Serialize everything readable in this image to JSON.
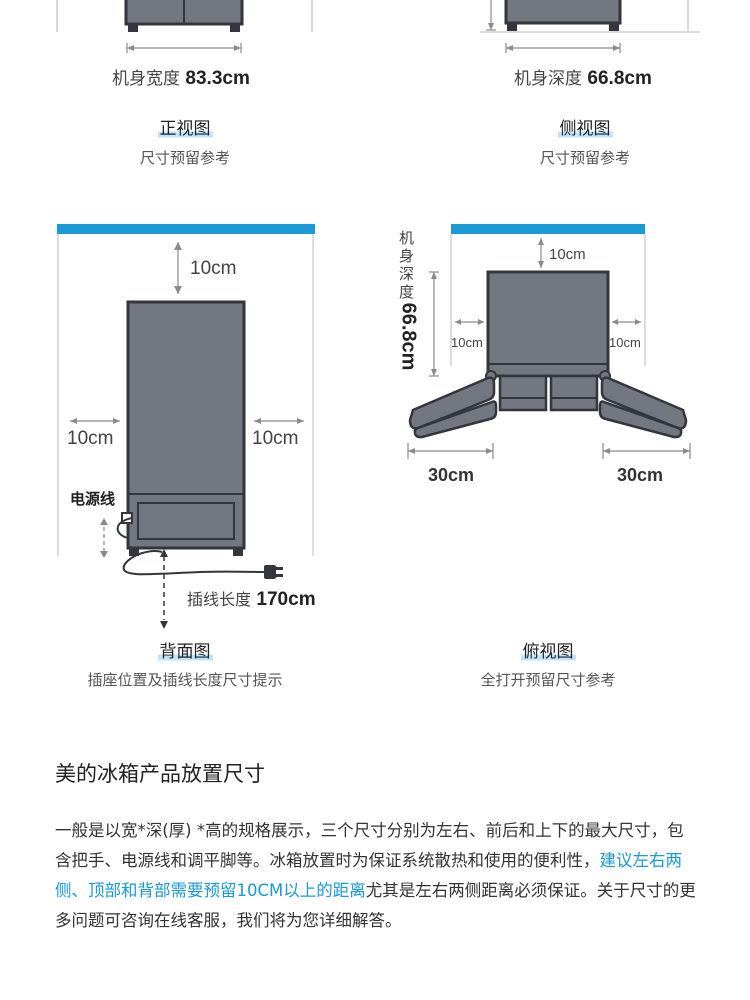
{
  "front_view": {
    "dim_label": "机身宽度",
    "dim_value": "83.3cm",
    "title": "正视图",
    "subtitle": "尺寸预留参考"
  },
  "side_view": {
    "dim_label": "机身深度",
    "dim_value": "66.8cm",
    "title": "侧视图",
    "subtitle": "尺寸预留参考"
  },
  "back_view": {
    "top_gap": "10cm",
    "left_gap": "10cm",
    "right_gap": "10cm",
    "power_cord_label": "电源线",
    "plug_label": "插线长度",
    "plug_value": "170cm",
    "title": "背面图",
    "subtitle": "插座位置及插线长度尺寸提示"
  },
  "top_view": {
    "depth_label": "机身深度",
    "depth_value": "66.8cm",
    "top_gap": "10cm",
    "left_gap": "10cm",
    "right_gap": "10cm",
    "door_left": "30cm",
    "door_right": "30cm",
    "title": "俯视图",
    "subtitle": "全打开预留尺寸参考"
  },
  "section": {
    "title": "美的冰箱产品放置尺寸",
    "text_before": "一般是以宽*深(厚) *高的规格展示，三个尺寸分别为左右、前后和上下的最大尺寸，包含把手、电源线和调平脚等。冰箱放置时为保证系统散热和使用的便利性，",
    "text_highlight": "建议左右两侧、顶部和背部需要预留10CM以上的距离",
    "text_after": "尤其是左右两侧距离必须保证。关于尺寸的更多问题可咨询在线客服，我们将为您详细解答。"
  },
  "colors": {
    "fridge_body": "#737780",
    "fridge_outline": "#33363d",
    "accent_blue": "#1a9ad6",
    "dim_line": "#8a8a8a"
  }
}
